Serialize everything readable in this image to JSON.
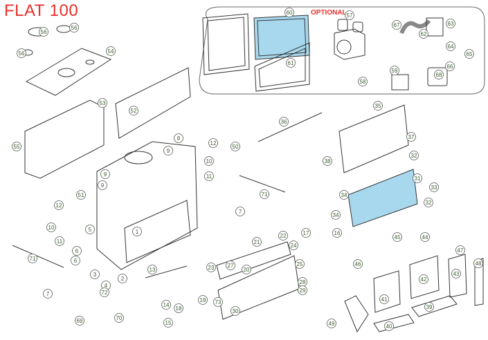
{
  "title": "FLAT 100",
  "optional_label": "OPTIONAL",
  "colors": {
    "title_red": "#e8302b",
    "highlight_blue": "#a8d8ee",
    "line": "#333333",
    "label_green": "#3a5a2a"
  },
  "labels": [
    {
      "n": "56"
    },
    {
      "n": "56"
    },
    {
      "n": "56"
    },
    {
      "n": "54"
    },
    {
      "n": "53"
    },
    {
      "n": "52"
    },
    {
      "n": "55"
    },
    {
      "n": "8"
    },
    {
      "n": "9"
    },
    {
      "n": "9"
    },
    {
      "n": "9"
    },
    {
      "n": "10"
    },
    {
      "n": "11"
    },
    {
      "n": "12"
    },
    {
      "n": "50"
    },
    {
      "n": "51"
    },
    {
      "n": "1"
    },
    {
      "n": "5"
    },
    {
      "n": "6"
    },
    {
      "n": "2"
    },
    {
      "n": "3"
    },
    {
      "n": "4"
    },
    {
      "n": "7"
    },
    {
      "n": "6"
    },
    {
      "n": "7"
    },
    {
      "n": "12"
    },
    {
      "n": "10"
    },
    {
      "n": "11"
    },
    {
      "n": "71"
    },
    {
      "n": "71"
    },
    {
      "n": "13"
    },
    {
      "n": "36"
    },
    {
      "n": "35"
    },
    {
      "n": "37"
    },
    {
      "n": "38"
    },
    {
      "n": "32"
    },
    {
      "n": "33"
    },
    {
      "n": "31"
    },
    {
      "n": "34"
    },
    {
      "n": "34"
    },
    {
      "n": "32"
    },
    {
      "n": "21"
    },
    {
      "n": "22"
    },
    {
      "n": "23"
    },
    {
      "n": "27"
    },
    {
      "n": "24"
    },
    {
      "n": "25"
    },
    {
      "n": "20"
    },
    {
      "n": "28"
    },
    {
      "n": "29"
    },
    {
      "n": "30"
    },
    {
      "n": "14"
    },
    {
      "n": "18"
    },
    {
      "n": "19"
    },
    {
      "n": "15"
    },
    {
      "n": "73"
    },
    {
      "n": "17"
    },
    {
      "n": "16"
    },
    {
      "n": "45"
    },
    {
      "n": "44"
    },
    {
      "n": "46"
    },
    {
      "n": "47"
    },
    {
      "n": "48"
    },
    {
      "n": "41"
    },
    {
      "n": "42"
    },
    {
      "n": "43"
    },
    {
      "n": "40"
    },
    {
      "n": "39"
    },
    {
      "n": "49"
    },
    {
      "n": "69"
    },
    {
      "n": "70"
    },
    {
      "n": "72"
    },
    {
      "n": "60"
    },
    {
      "n": "61"
    },
    {
      "n": "57"
    },
    {
      "n": "58"
    },
    {
      "n": "59"
    },
    {
      "n": "62"
    },
    {
      "n": "63"
    },
    {
      "n": "64"
    },
    {
      "n": "65"
    },
    {
      "n": "66"
    },
    {
      "n": "67"
    },
    {
      "n": "68"
    }
  ]
}
